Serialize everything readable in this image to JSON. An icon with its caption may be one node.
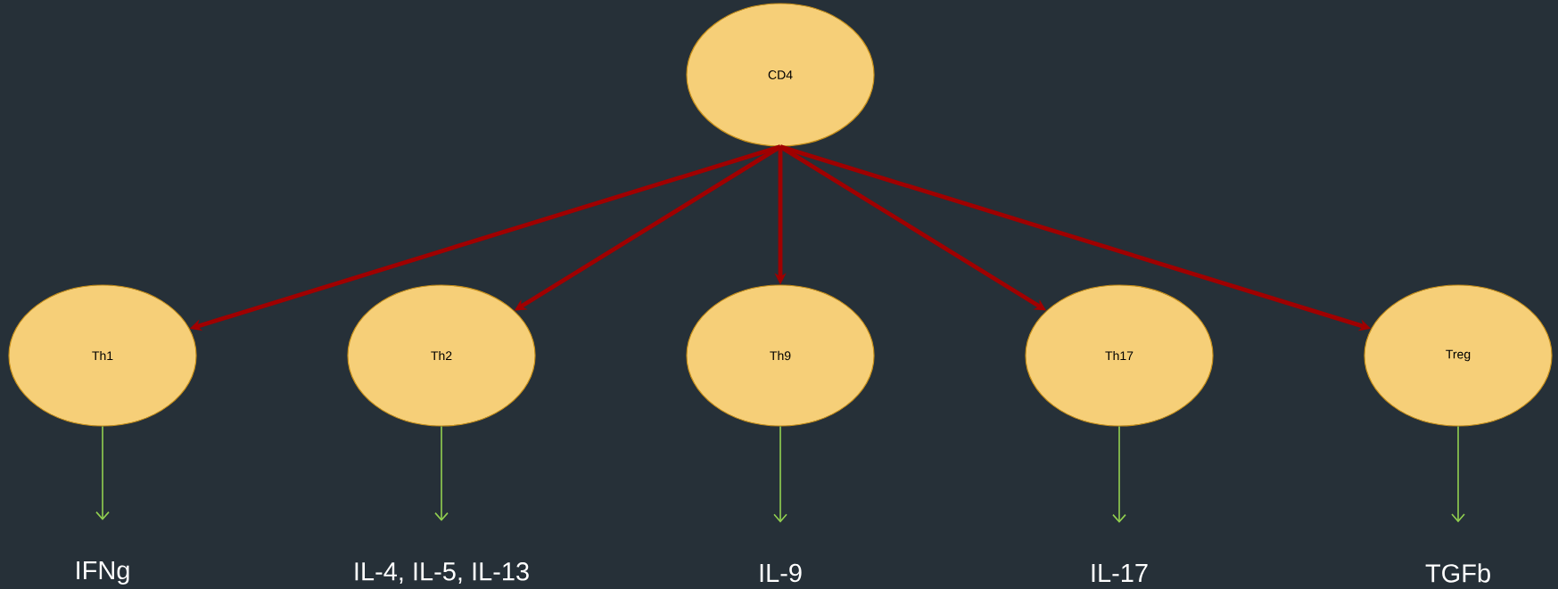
{
  "diagram": {
    "nodes": [
      {
        "text": [
          "CD4"
        ]
      },
      {
        "text": [
          "Th1"
        ]
      },
      {
        "text": [
          "Th2"
        ]
      },
      {
        "text": [
          "Th9"
        ]
      },
      {
        "text": [
          "Th17"
        ]
      },
      {
        "text": [
          "Treg"
        ]
      },
      {
        "text": [
          "IFNg"
        ]
      },
      {
        "text": [
          "IL-4, IL-5, IL-13"
        ]
      },
      {
        "text": [
          "IL-9"
        ]
      },
      {
        "text": [
          "IL-17"
        ]
      },
      {
        "text": [
          "TGFb"
        ]
      }
    ],
    "edges": [
      {
        "from": 0,
        "to": 1,
        "arrow": "to",
        "style": "thick",
        "color": "#a00000"
      },
      {
        "from": 0,
        "to": 2,
        "arrow": "to",
        "style": "thick",
        "color": "#a00000"
      },
      {
        "from": 0,
        "to": 3,
        "arrow": "to",
        "style": "thick",
        "color": "#a00000"
      },
      {
        "from": 0,
        "to": 4,
        "arrow": "to",
        "style": "thick",
        "color": "#a00000"
      },
      {
        "from": 0,
        "to": 5,
        "arrow": "to",
        "style": "thick",
        "color": "#a00000"
      },
      {
        "from": 1,
        "to": 6,
        "arrow": "to",
        "color": "#92d050"
      },
      {
        "from": 2,
        "to": 7,
        "arrow": "to",
        "color": "#92d050"
      },
      {
        "from": 3,
        "to": 8,
        "arrow": "to",
        "color": "#92d050"
      },
      {
        "from": 4,
        "to": 9,
        "arrow": "to",
        "color": "#92d050"
      },
      {
        "from": 5,
        "to": 10,
        "arrow": "to",
        "color": "#92d050"
      }
    ]
  }
}
